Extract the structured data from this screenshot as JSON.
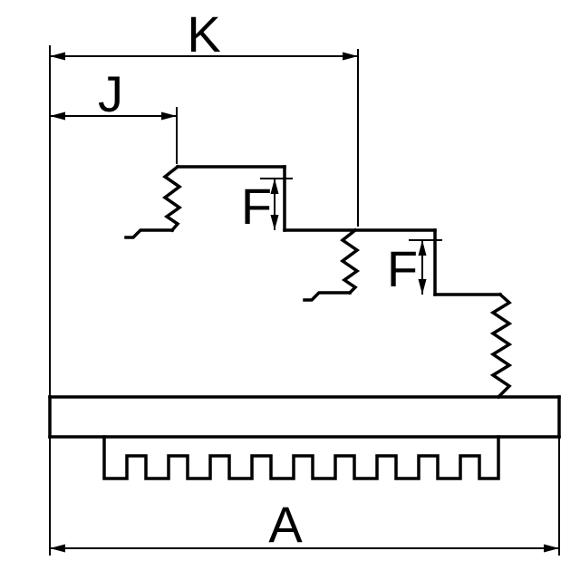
{
  "window": {
    "background_color": "#ffffff"
  },
  "drawing": {
    "type": "technical-dimension-diagram",
    "subject": "stepped-chuck-jaw-cross-section",
    "line_color": "#000000",
    "labels": {
      "k": "K",
      "j": "J",
      "f_upper_step": "F",
      "f_lower_step": "F",
      "a": "A"
    }
  }
}
